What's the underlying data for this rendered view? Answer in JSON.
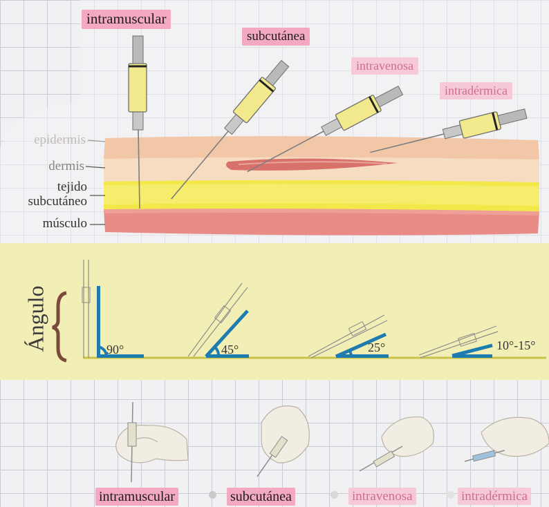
{
  "injection_labels": {
    "intramuscular": "intramuscular",
    "subcutanea": "subcutánea",
    "intravenosa": "intravenosa",
    "intradermica": "intradérmica"
  },
  "layers": {
    "epidermis": "epidermis",
    "dermis": "dermis",
    "subcutaneo_line1": "tejido",
    "subcutaneo_line2": "subcutáneo",
    "musculo": "músculo"
  },
  "angle_section": {
    "title": "Ángulo",
    "values": [
      "90°",
      "45°",
      "25°",
      "10°-15°"
    ]
  },
  "colors": {
    "epidermis": "#f2c7a8",
    "dermis": "#f6dcc0",
    "subcutaneous": "#f3e84a",
    "muscle": "#e98b86",
    "vein": "#d9716b",
    "angle_marker": "#1d7bb0",
    "baseline": "#c9c24a",
    "syringe_barrel": "#f2e98d",
    "label_pink": "#f3a9c1",
    "panel": "#f2efb6"
  },
  "icons": [
    "syringe-icon",
    "gloved-hand-icon",
    "angle-marker-icon",
    "bracket-icon"
  ]
}
